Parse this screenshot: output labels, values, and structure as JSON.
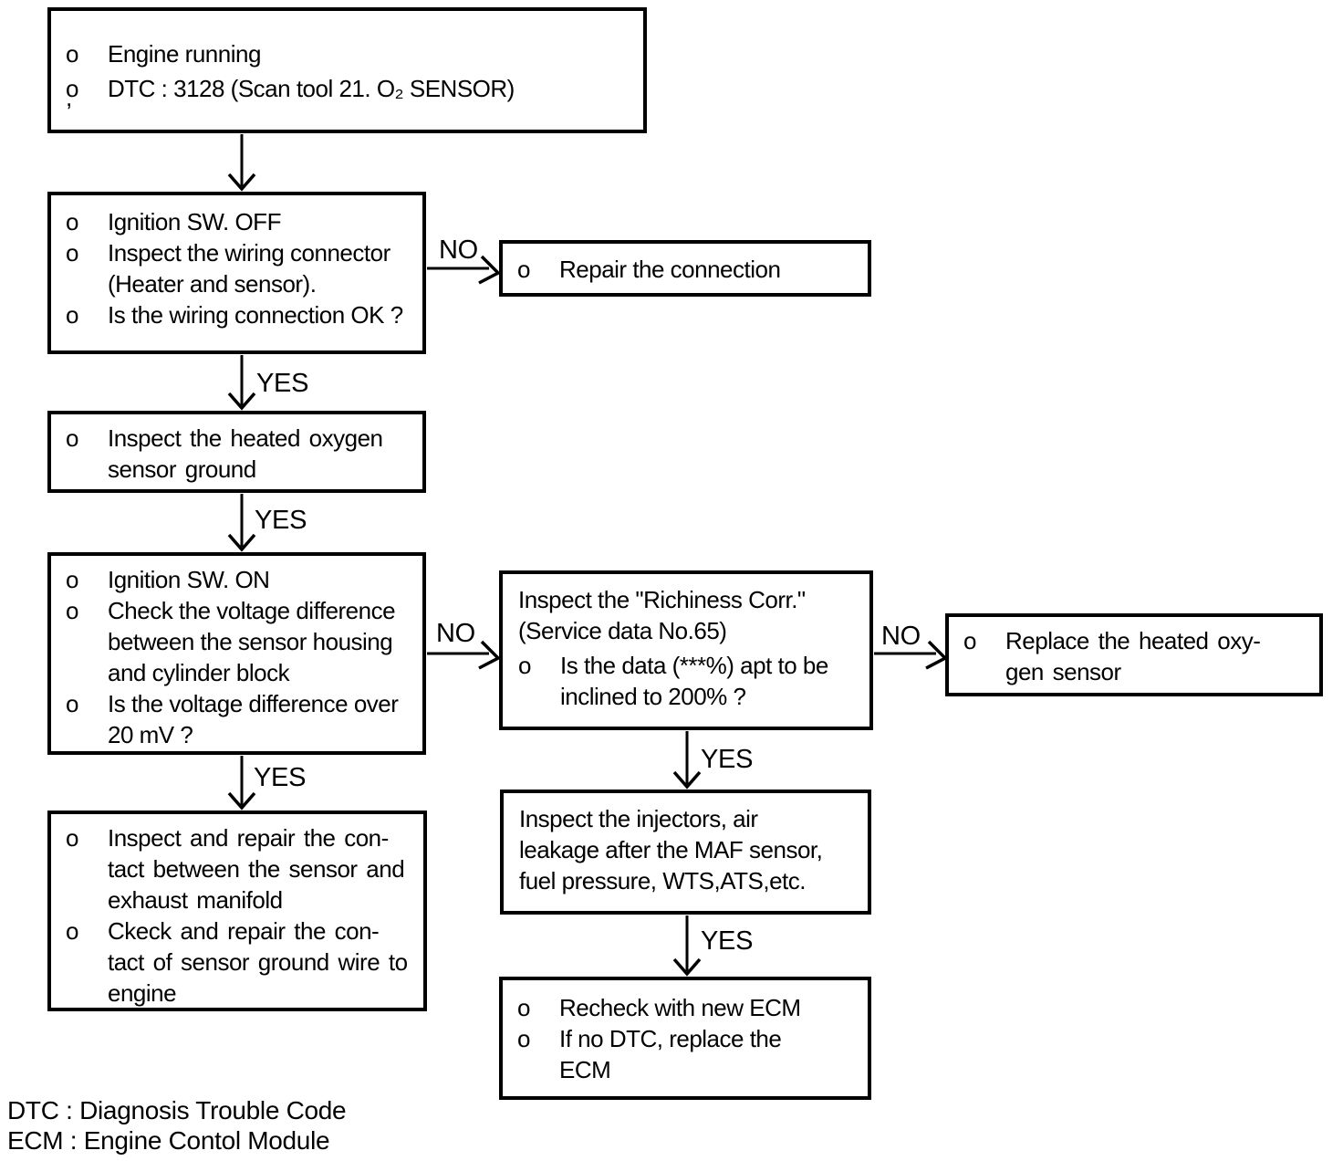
{
  "boxes": {
    "start": {
      "items": [
        {
          "bullet": "o",
          "text": "Engine running"
        },
        {
          "bullet": "o",
          "text": "DTC : 3128 (Scan tool 21. O₂ SENSOR)"
        }
      ]
    },
    "check_wiring": {
      "items": [
        {
          "bullet": "o",
          "text": "Ignition SW. OFF"
        },
        {
          "bullet": "o",
          "text": "Inspect the wiring connector\n(Heater and sensor)."
        },
        {
          "bullet": "o",
          "text": "Is the wiring connection OK ?"
        }
      ]
    },
    "repair_connection": {
      "items": [
        {
          "bullet": "o",
          "text": "Repair the connection"
        }
      ]
    },
    "inspect_ground": {
      "items": [
        {
          "bullet": "o",
          "text": "Inspect the heated oxygen\nsensor ground"
        }
      ]
    },
    "voltage_check": {
      "items": [
        {
          "bullet": "o",
          "text": "Ignition SW. ON"
        },
        {
          "bullet": "o",
          "text": "Check the voltage difference\nbetween the sensor housing\nand cylinder block"
        },
        {
          "bullet": "o",
          "text": "Is the voltage difference over\n20 mV ?"
        }
      ]
    },
    "richness": {
      "intro": "Inspect the \"Richiness Corr.\"\n(Service data No.65)",
      "items": [
        {
          "bullet": "o",
          "text": "Is the data (***%) apt to be\ninclined to 200% ?"
        }
      ]
    },
    "replace_sensor": {
      "items": [
        {
          "bullet": "o",
          "text": "Replace the heated oxy-\ngen sensor"
        }
      ]
    },
    "injectors": {
      "intro": "Inspect the injectors, air\nleakage after the MAF sensor,\nfuel pressure, WTS,ATS,etc."
    },
    "repair_contact": {
      "items": [
        {
          "bullet": "o",
          "text": "Inspect and repair the con-\ntact between the sensor and\nexhaust manifold"
        },
        {
          "bullet": "o",
          "text": "Ckeck and repair the con-\ntact of sensor ground wire to\nengine"
        }
      ]
    },
    "recheck_ecm": {
      "items": [
        {
          "bullet": "o",
          "text": "Recheck with new ECM"
        },
        {
          "bullet": "o",
          "text": "If no DTC, replace the\nECM"
        }
      ]
    }
  },
  "labels": {
    "yes": "YES",
    "no": "NO"
  },
  "legend": {
    "dtc": "DTC : Diagnosis Trouble Code",
    "ecm": "ECM : Engine Contol Module"
  },
  "artifact": ","
}
